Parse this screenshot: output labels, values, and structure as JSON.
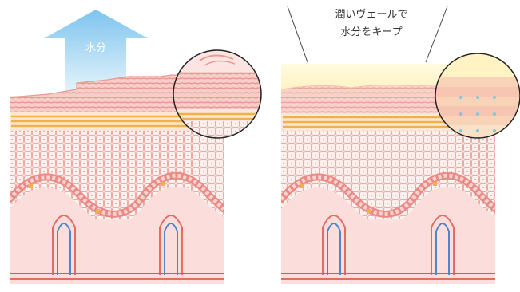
{
  "left_panel": {
    "arrow_label": "水分"
  },
  "right_panel": {
    "caption_lines": [
      "潤いヴェールで",
      "水分をキープ"
    ]
  },
  "colors": {
    "skin_pink": "#f7d3d0",
    "stratum_red": "#e99a93",
    "lipid_orange": "#f0b14a",
    "blood_blue": "#4f86c8",
    "blood_red": "#e36d66",
    "arrow_blue": "#8ccbef",
    "veil_yellow": "#fff8c8",
    "moisture_dot": "#7cc7e0"
  }
}
